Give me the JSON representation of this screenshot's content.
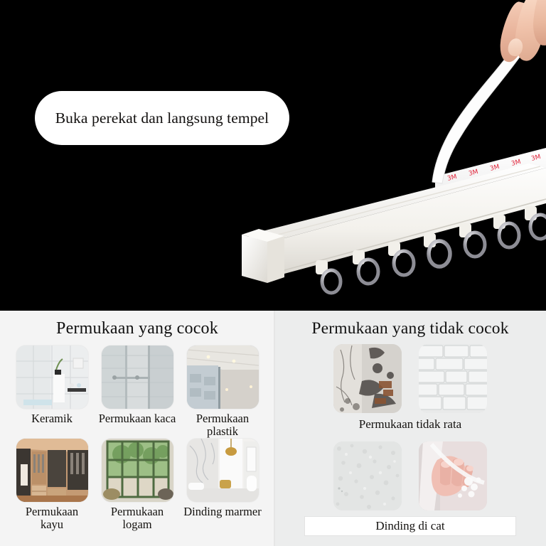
{
  "hero": {
    "headline": "Buka perekat dan langsung tempel",
    "background_color": "#000000",
    "pill_color": "#ffffff",
    "product": {
      "name": "curtain-track-rail",
      "rail_color": "#f4f2ee",
      "rings": 7,
      "ring_color": "#c9c9cd",
      "adhesive_tape_color": "#ffffff",
      "adhesive_print_color": "#e0243a",
      "hand": "fingers-peeling-adhesive-liner"
    }
  },
  "good_panel": {
    "title": "Permukaan yang cocok",
    "background_color": "#f4f4f4",
    "items": [
      {
        "label": "Keramik",
        "image": "ceramic-tile-bathroom"
      },
      {
        "label": "Permukaan kaca",
        "image": "glass-shower-enclosure"
      },
      {
        "label": "Permukaan plastik",
        "image": "plastic-ceiling-panel"
      },
      {
        "label": "Permukaan kayu",
        "image": "wooden-walk-in-closet"
      },
      {
        "label": "Permukaan logam",
        "image": "metal-framed-window"
      },
      {
        "label": "Dinding marmer",
        "image": "marble-wall-bathroom"
      }
    ]
  },
  "bad_panel": {
    "title": "Permukaan yang tidak cocok",
    "background_color": "#eceded",
    "groups": [
      {
        "caption": "Permukaan tidak rata",
        "boxed": false,
        "images": [
          "damaged-concrete-wall",
          "white-painted-brick-wall"
        ]
      },
      {
        "caption": "Dinding di cat",
        "boxed": true,
        "images": [
          "rough-textured-painted-wall",
          "hand-with-paint-residue"
        ]
      }
    ]
  }
}
